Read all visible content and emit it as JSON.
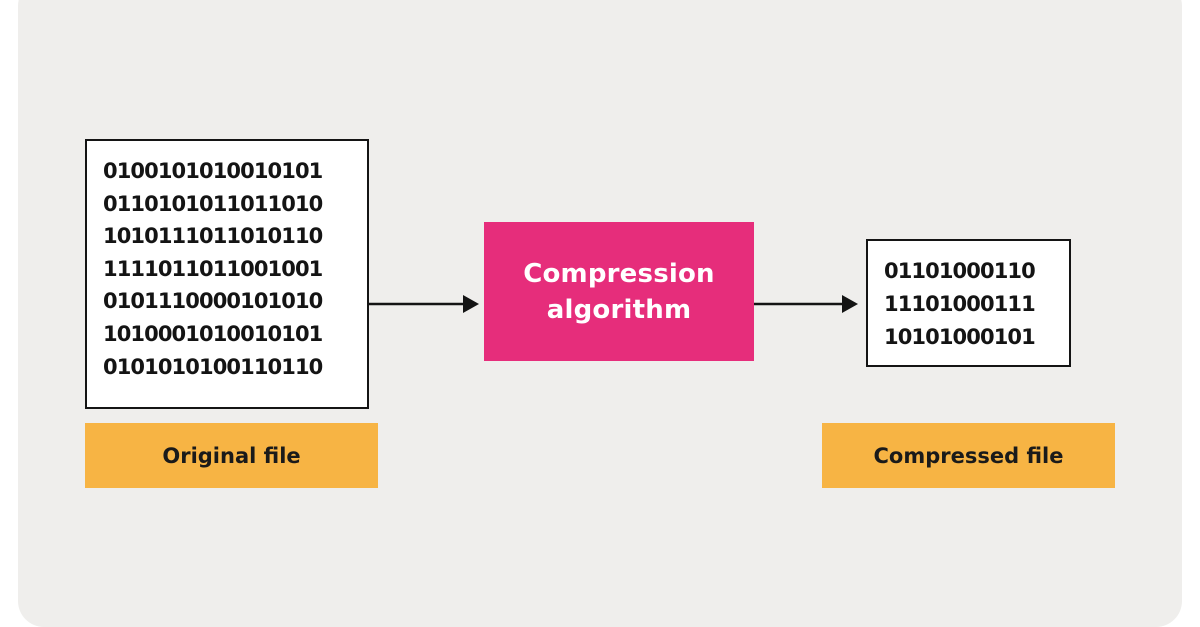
{
  "original_file": {
    "bits": [
      "0100101010010101",
      "0110101011011010",
      "1010111011010110",
      "1111011011001001",
      "0101110000101010",
      "1010001010010101",
      "0101010100110110"
    ],
    "label": "Original file"
  },
  "algorithm": {
    "line1": "Compression",
    "line2": "algorithm"
  },
  "compressed_file": {
    "bits": [
      "01101000110",
      "11101000111",
      "10101000101"
    ],
    "label": "Compressed file"
  },
  "colors": {
    "background": "#efeeec",
    "algorithm_fill": "#e62d7b",
    "label_fill": "#f7b444",
    "stroke": "#141414"
  }
}
